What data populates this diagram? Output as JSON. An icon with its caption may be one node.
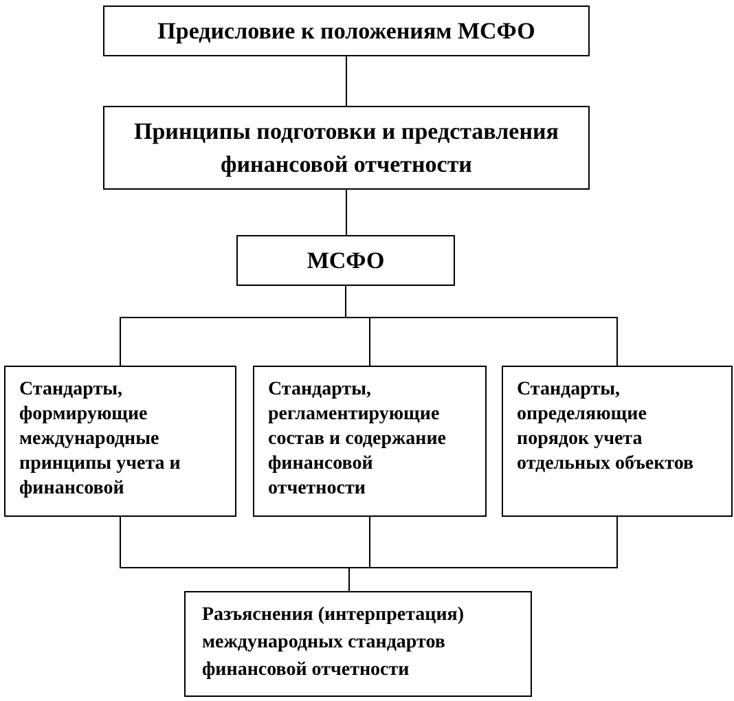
{
  "diagram": {
    "nodes": [
      {
        "text": [
          "Предисловие к положениям МСФО"
        ]
      },
      {
        "text": [
          "Принципы подготовки и представления финансовой отчетности"
        ]
      },
      {
        "text": [
          "МСФО"
        ]
      },
      {
        "text": [
          "Стандарты, формирующие международные принципы учета и финансовой"
        ]
      },
      {
        "text": [
          "Стандарты, регламентирующие состав и содержание финансовой отчетности"
        ]
      },
      {
        "text": [
          "Стандарты, определяющие порядок учета отдельных объектов"
        ]
      },
      {
        "text": [
          "Разъяснения (интерпретация) международных стандартов финансовой отчетности"
        ]
      }
    ],
    "edges": [
      {
        "from": 0,
        "to": 1,
        "arrow": "none"
      },
      {
        "from": 1,
        "to": 2,
        "arrow": "none"
      },
      {
        "from": 2,
        "to": 3,
        "arrow": "none"
      },
      {
        "from": 2,
        "to": 4,
        "arrow": "none"
      },
      {
        "from": 2,
        "to": 5,
        "arrow": "none"
      },
      {
        "from": 3,
        "to": 6,
        "arrow": "none"
      },
      {
        "from": 4,
        "to": 6,
        "arrow": "none"
      },
      {
        "from": 5,
        "to": 6,
        "arrow": "none"
      }
    ]
  }
}
